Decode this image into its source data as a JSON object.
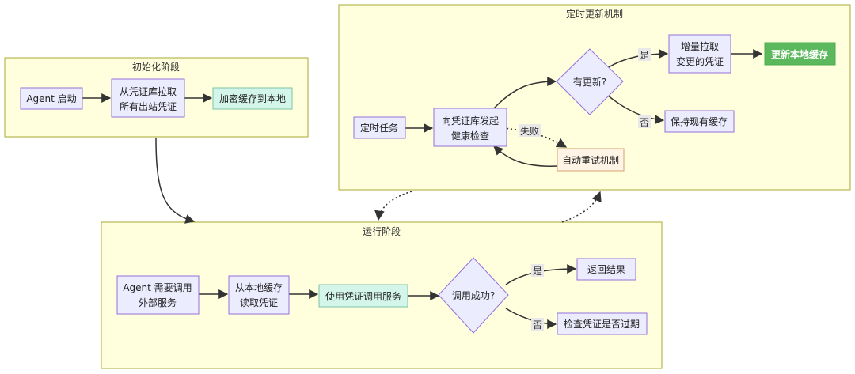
{
  "clusters": {
    "init": "初始化阶段",
    "timer": "定时更新机制",
    "run": "运行阶段"
  },
  "nodes": {
    "agent_start": "Agent 启动",
    "pull_all_1": "从凭证库拉取",
    "pull_all_2": "所有出站凭证",
    "encrypt_cache": "加密缓存到本地",
    "timed_task": "定时任务",
    "health_check_1": "向凭证库发起",
    "health_check_2": "健康检查",
    "has_update": "有更新?",
    "incr_pull_1": "增量拉取",
    "incr_pull_2": "变更的凭证",
    "update_cache": "更新本地缓存",
    "keep_cache": "保持现有缓存",
    "retry": "自动重试机制",
    "agent_call_1": "Agent 需要调用",
    "agent_call_2": "外部服务",
    "read_cache_1": "从本地缓存",
    "read_cache_2": "读取凭证",
    "use_cred": "使用凭证调用服务",
    "call_ok": "调用成功?",
    "return_result": "返回结果",
    "check_expired": "检查凭证是否过期"
  },
  "edge_labels": {
    "yes_update": "是",
    "no_update": "否",
    "fail": "失败",
    "yes_call": "是",
    "no_call": "否"
  },
  "colors": {
    "cluster_fill": "#ffffde",
    "cluster_stroke": "#aaaa33",
    "node_fill": "#ececff",
    "node_stroke": "#9370db",
    "cache_fill": "#d4f5e9",
    "cache_stroke": "#7bc6a5",
    "update_fill": "#5cb85c",
    "retry_fill": "#fff4e6",
    "retry_stroke": "#d9a06b",
    "edge": "#333333"
  }
}
